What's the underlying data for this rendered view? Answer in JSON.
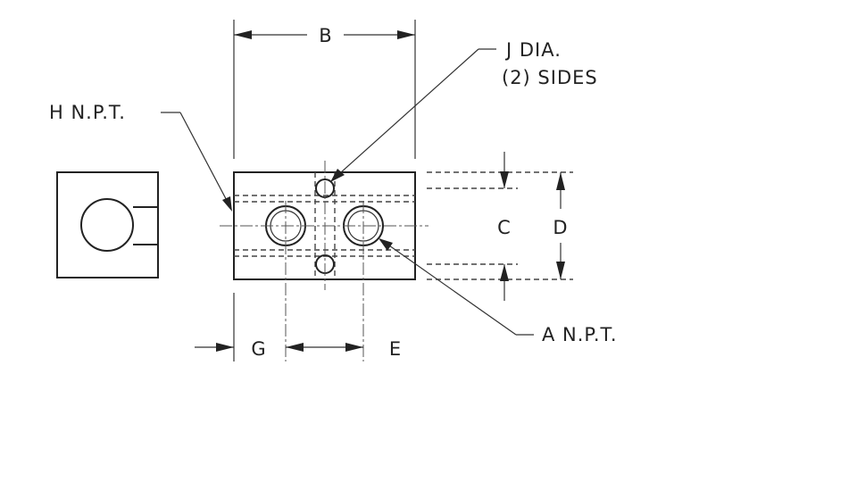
{
  "labels": {
    "b": "B",
    "j_line1": "J DIA.",
    "j_line2": "(2) SIDES",
    "h": "H N.P.T.",
    "c": "C",
    "d": "D",
    "a": "A N.P.T.",
    "g": "G",
    "e": "E"
  },
  "colors": {
    "line": "#222222",
    "background": "#ffffff"
  }
}
